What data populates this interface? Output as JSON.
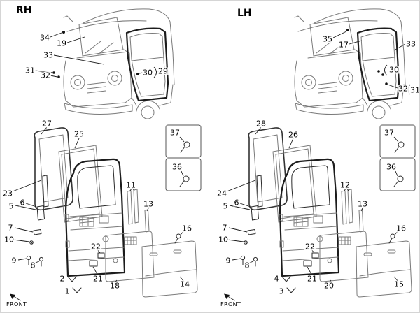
{
  "headers": {
    "rh": "RH",
    "lh": "LH"
  },
  "front_label": "FRONT",
  "rh": {
    "c34": "34",
    "c19": "19",
    "c33": "33",
    "c31": "31",
    "c32": "32",
    "c30": "30",
    "c29": "29",
    "c27": "27",
    "c25": "25",
    "c37": "37",
    "c36": "36",
    "c23": "23",
    "c5": "5",
    "c6": "6",
    "c7": "7",
    "c10": "10",
    "c9": "9",
    "c8": "8",
    "c2": "2",
    "c1": "1",
    "c21": "21",
    "c18": "18",
    "c22": "22",
    "c11": "11",
    "c13": "13",
    "c16": "16",
    "c14": "14"
  },
  "lh": {
    "c35": "35",
    "c17": "17",
    "c33": "33",
    "c30": "30",
    "c32": "32",
    "c31": "31",
    "c28": "28",
    "c26": "26",
    "c37": "37",
    "c36": "36",
    "c24": "24",
    "c5": "5",
    "c6": "6",
    "c7": "7",
    "c10": "10",
    "c9": "9",
    "c8": "8",
    "c4": "4",
    "c3": "3",
    "c21": "21",
    "c20": "20",
    "c22": "22",
    "c12": "12",
    "c13": "13",
    "c16": "16",
    "c15": "15"
  }
}
